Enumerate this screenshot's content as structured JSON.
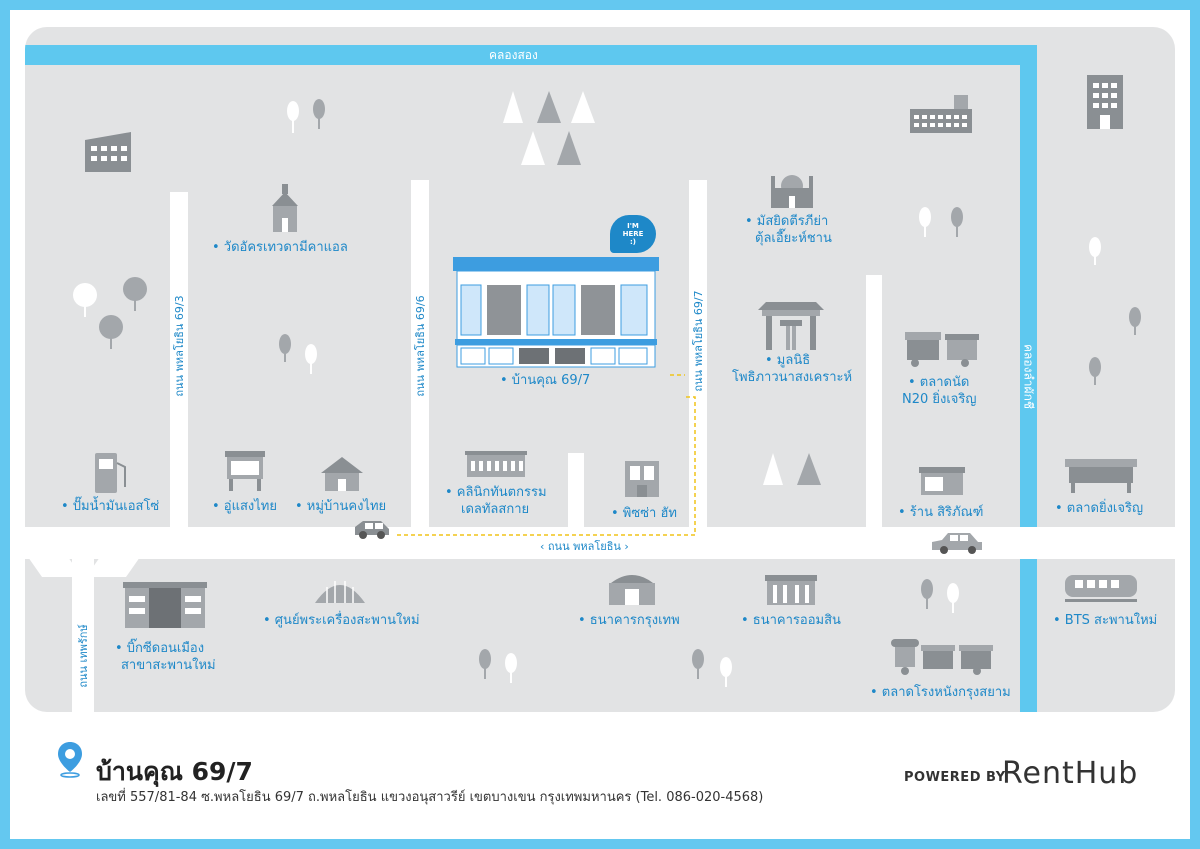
{
  "canals": {
    "top": "คลองสอง",
    "right": "คลองลำผักชี"
  },
  "roads": {
    "main": "‹ ถนน พหลโยธิน ›",
    "soi_69_3": "ถนน พหลโยธิน 69/3",
    "soi_69_6": "ถนน พหลโยธิน 69/6",
    "soi_69_7": "ถนน พหลโยธิน 69/7",
    "thepharak": "ถนน เทพรักษ์"
  },
  "home": {
    "bubble_line1": "I'M",
    "bubble_line2": "HERE",
    "bubble_line3": ":)",
    "label": "• บ้านคุณ 69/7"
  },
  "places": {
    "church": "• วัดอัครเทวดามีคาแอล",
    "mosque_1": "• มัสยิดตีรภีย่า",
    "mosque_2": "ตุ้ลเอี๊ยะห์ชาน",
    "foundation_1": "• มูลนิธิ",
    "foundation_2": "โพธิภาวนาสงเคราะห์",
    "market_n20_1": "• ตลาดนัด",
    "market_n20_2": "N20 ยิ่งเจริญ",
    "gas": "• ปั๊มน้ำมันเอสโซ่",
    "garage": "• อู่แสงไทย",
    "village": "• หมู่บ้านคงไทย",
    "clinic_1": "• คลินิกทันตกรรม",
    "clinic_2": "เดลทัลสกาย",
    "pizza": "• พิซซ่า ฮัท",
    "shop": "• ร้าน สิริภัณฑ์",
    "market_ying": "• ตลาดยิ่งเจริญ",
    "bigc_1": "• บิ๊กซีดอนเมือง",
    "bigc_2": "สาขาสะพานใหม่",
    "amulet": "• ศูนย์พระเครื่องสะพานใหม่",
    "bangkok_bank": "• ธนาคารกรุงเทพ",
    "gsb": "• ธนาคารออมสิน",
    "bts": "• BTS สะพานใหม่",
    "siam_market": "• ตลาดโรงหนังกรุงสยาม"
  },
  "footer": {
    "title": "บ้านคุณ 69/7",
    "address": "เลขที่ 557/81-84 ซ.พหลโยธิน 69/7 ถ.พหลโยธิน แขวงอนุสาวรีย์ เขตบางเขน กรุงเทพมหานคร (Tel. 086-020-4568)",
    "powered_by": "POWERED BY",
    "brand": "RentHub"
  },
  "colors": {
    "frame": "#64c8f0",
    "water": "#5ec8ef",
    "land": "#e2e3e4",
    "label": "#1e88c8",
    "icon": "#8a8f93"
  }
}
